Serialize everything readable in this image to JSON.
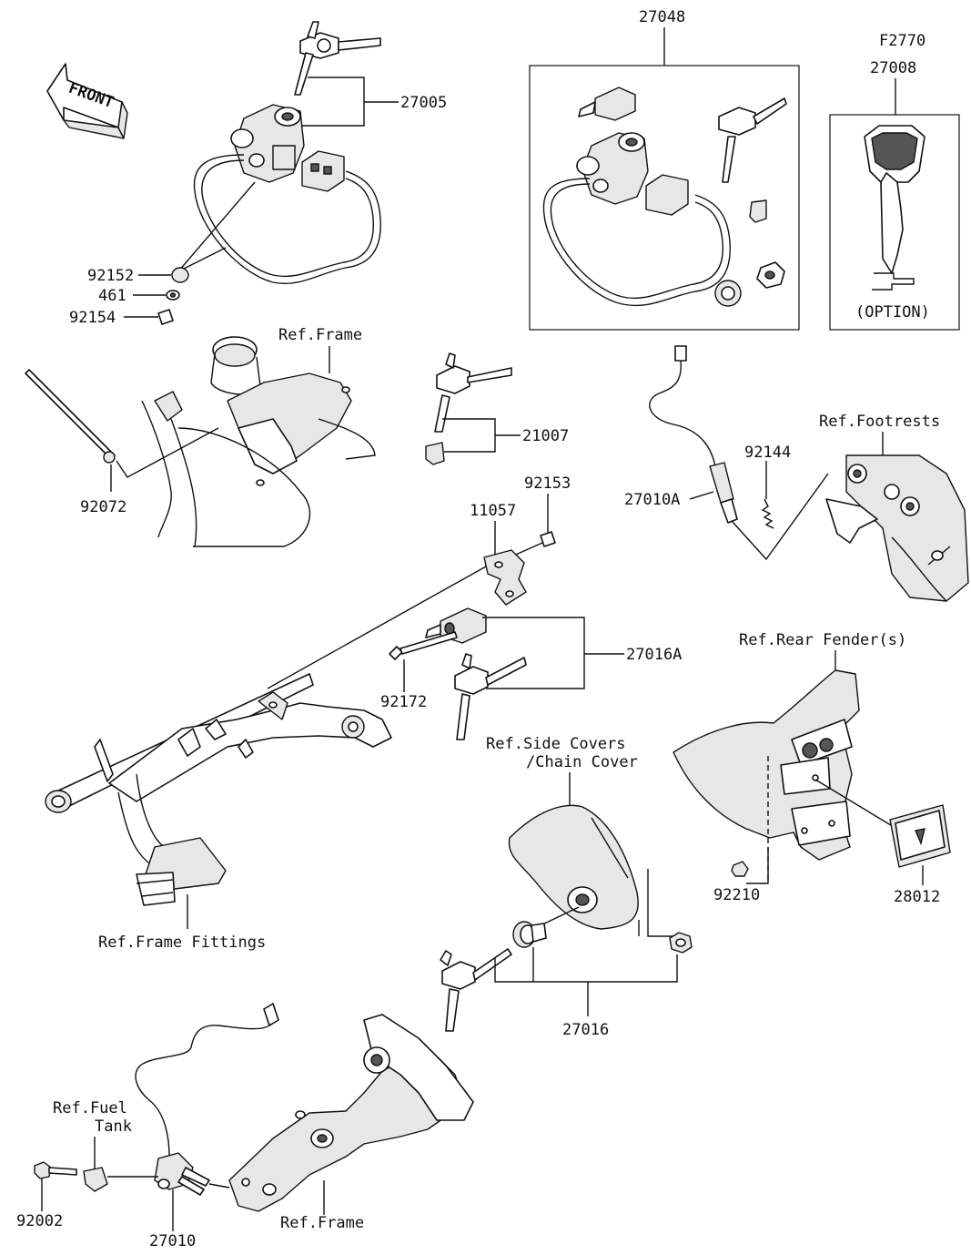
{
  "diagram_code": "F2770",
  "front_label": "FRONT",
  "option_label": "(OPTION)",
  "parts": {
    "p27005": "27005",
    "p92152": "92152",
    "p461": "461",
    "p92154": "92154",
    "p27048": "27048",
    "p27008": "27008",
    "p92072": "92072",
    "p21007": "21007",
    "p92153": "92153",
    "p11057": "11057",
    "p92144": "92144",
    "p27010A": "27010A",
    "p27016A": "27016A",
    "p92172": "92172",
    "p92210": "92210",
    "p28012": "28012",
    "p27016": "27016",
    "p92002": "92002",
    "p27010": "27010"
  },
  "refs": {
    "frame_top": "Ref.Frame",
    "footrests": "Ref.Footrests",
    "rear_fender": "Ref.Rear Fender(s)",
    "side_covers_1": "Ref.Side Covers",
    "side_covers_2": "/Chain Cover",
    "frame_fittings": "Ref.Frame Fittings",
    "fuel_tank_1": "Ref.Fuel",
    "fuel_tank_2": "Tank",
    "frame_bottom": "Ref.Frame"
  }
}
